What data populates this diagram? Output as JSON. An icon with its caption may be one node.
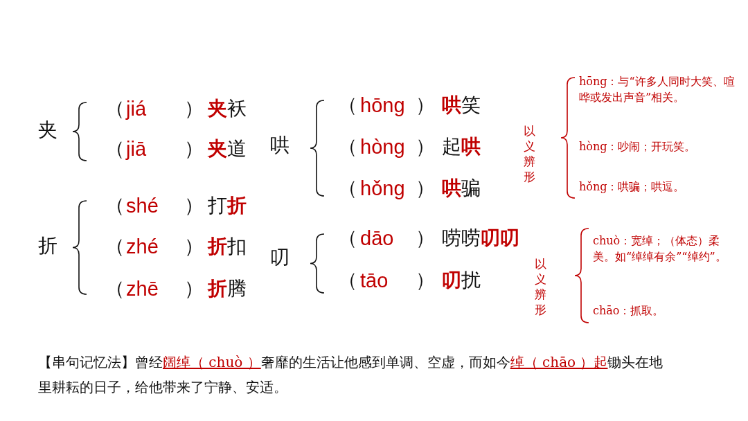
{
  "diagram": {
    "labels": [
      "夹",
      "（",
      "jiá",
      "）",
      "夹",
      "袄",
      "（",
      "jiā",
      "）",
      "夹",
      "道",
      "折",
      "（",
      "shé",
      "）",
      "打",
      "折",
      "（",
      "zhé",
      "）",
      "折",
      "扣",
      "（",
      "zhē",
      "）",
      "折",
      "腾",
      "哄",
      "（",
      "hōng",
      "）",
      "哄",
      "笑",
      "（",
      "hòng",
      "）",
      "起",
      "哄",
      "（",
      "hǒng",
      "）",
      "哄",
      "骗",
      "叨",
      "（",
      "dāo",
      "）",
      "唠唠",
      "叨叨",
      "（",
      "tāo",
      "）",
      "叨",
      "扰",
      "以义辨形",
      "hōng：与“许多人同时大笑、喧哗或发出声音”相关。",
      "hòng：吵闹；开玩笑。",
      "hǒng：哄骗；哄逗。",
      "以义辨形",
      "chuò：宽绰；（体态）柔美。如“绰绰有余”“绰约”。",
      "chāo：抓取。",
      "【串句记忆法】曾经",
      "阔绰（ chuò ）",
      "奢靡的生活让他感到单调、空虚，而如今",
      "绰（ chāo ）起",
      "锄头在地里耕耘的日子，给他带来了宁静、安适。"
    ]
  }
}
